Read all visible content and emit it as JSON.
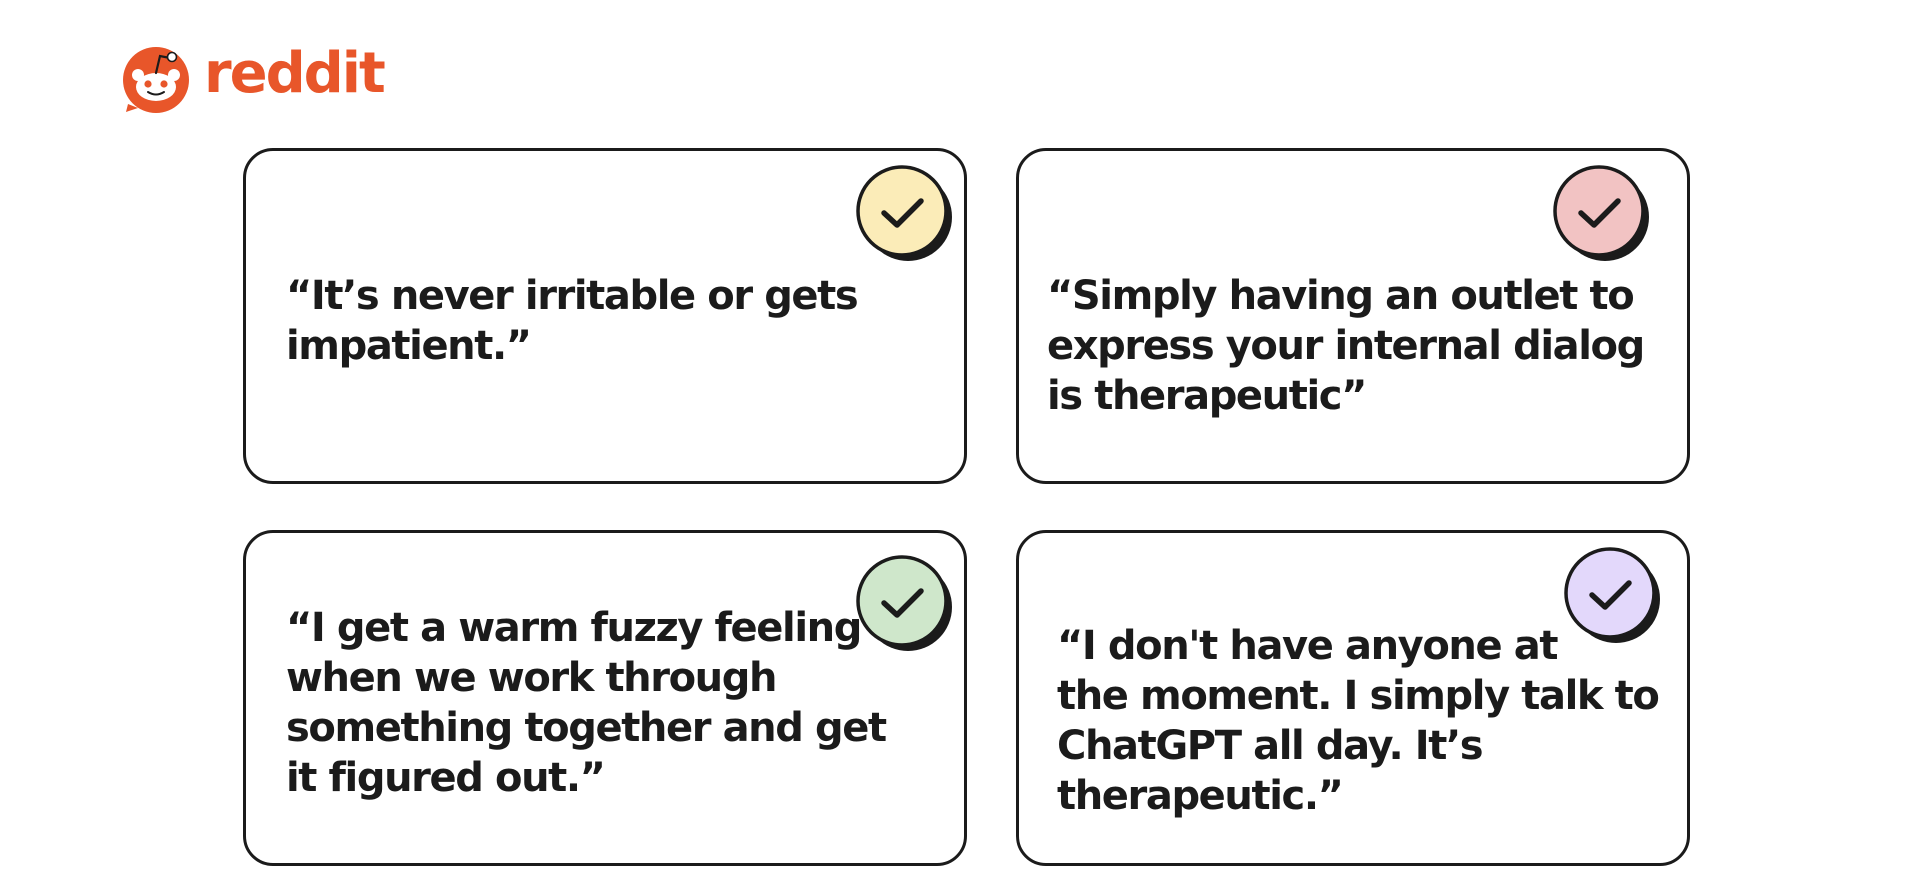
{
  "brand": {
    "logo_text": "reddit",
    "color": "#e8562a"
  },
  "cards": [
    {
      "quote": "“It’s never irritable or gets\nimpatient.”",
      "check_color": "#fbecb8",
      "icon": "check-icon"
    },
    {
      "quote": "“Simply having an outlet to\nexpress  your internal dialog\nis therapeutic”",
      "check_color": "#f2c3c3",
      "icon": "check-icon"
    },
    {
      "quote": "“I get a warm fuzzy feeling\nwhen we work through\nsomething together and get\nit figured out.”",
      "check_color": "#cfe7cb",
      "icon": "check-icon"
    },
    {
      "quote": " “I don't have anyone at\nthe moment. I simply talk to\nChatGPT all day. It’s\ntherapeutic.”",
      "check_color": "#e3d8fb",
      "icon": "check-icon"
    }
  ]
}
